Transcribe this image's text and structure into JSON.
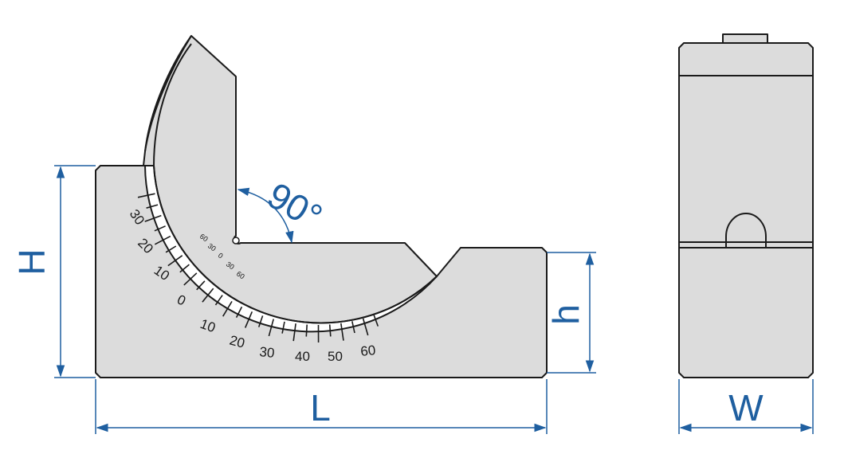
{
  "labels": {
    "height": "H",
    "length": "L",
    "slot_height": "h",
    "width": "W",
    "angle": "90°"
  },
  "main_scale": [
    "30",
    "20",
    "10",
    "0",
    "10",
    "20",
    "30",
    "40",
    "50",
    "60"
  ],
  "vernier_scale": [
    "60",
    "30",
    "0",
    "30",
    "60"
  ],
  "colors": {
    "dimension": "#1f5fa0",
    "body": "#dcdcdc",
    "outline": "#1a1a1a"
  }
}
